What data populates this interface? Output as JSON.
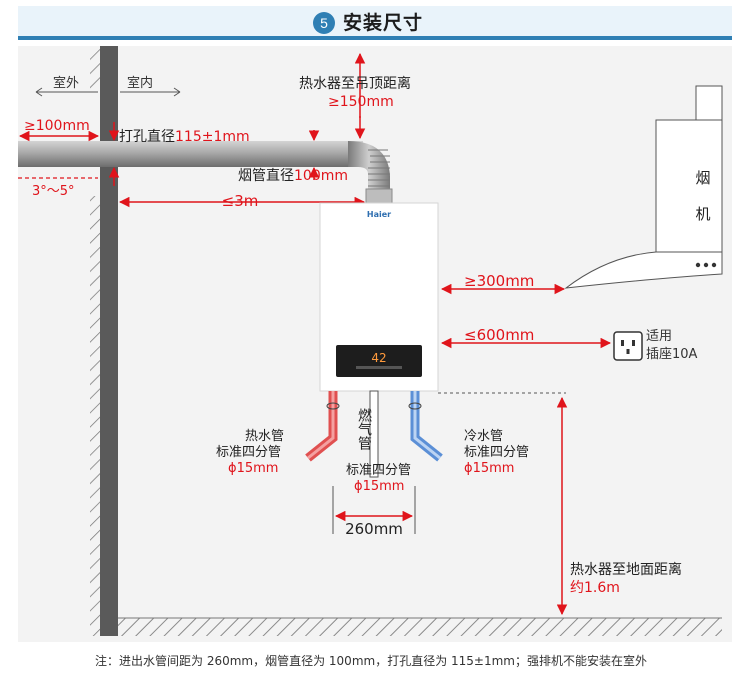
{
  "header": {
    "step_number": "5",
    "title": "安装尺寸"
  },
  "colors": {
    "accent": "#2f7fb4",
    "dimension_red": "#e0141b",
    "hot_pipe": "#e05050",
    "cold_pipe": "#5b8fd6"
  },
  "wall": {
    "outdoor": "室外",
    "indoor": "室内"
  },
  "labels": {
    "outdoor_overhang": "≥100mm",
    "drill_hole_prefix": "打孔直径",
    "drill_hole_value": "115±1mm",
    "ceiling_distance_title": "热水器至吊顶距离",
    "ceiling_distance_value": "≥150mm",
    "flue_diameter_prefix": "烟管直径",
    "flue_diameter_value": "100mm",
    "slope": "3°～5°",
    "flue_length": "≤3m",
    "hood_distance": "≥300mm",
    "socket_distance": "≤600mm",
    "socket_line1": "适用",
    "socket_line2": "插座10A",
    "hood_char1": "烟",
    "hood_char2": "机",
    "brand": "Haier",
    "display_value": "42",
    "hot_pipe_line1": "热水管",
    "hot_pipe_line2": "标准四分管",
    "hot_pipe_size": "ϕ15mm",
    "gas_pipe_vertical": "燃气管",
    "gas_pipe_line2": "标准四分管",
    "gas_pipe_size": "ϕ15mm",
    "cold_pipe_line1": "冷水管",
    "cold_pipe_line2": "标准四分管",
    "cold_pipe_size": "ϕ15mm",
    "pipe_spacing": "260mm",
    "floor_distance_title": "热水器至地面距离",
    "floor_distance_value": "约1.6m"
  },
  "note": "注：进出水管间距为 260mm，烟管直径为 100mm，打孔直径为 115±1mm；强排机不能安装在室外"
}
